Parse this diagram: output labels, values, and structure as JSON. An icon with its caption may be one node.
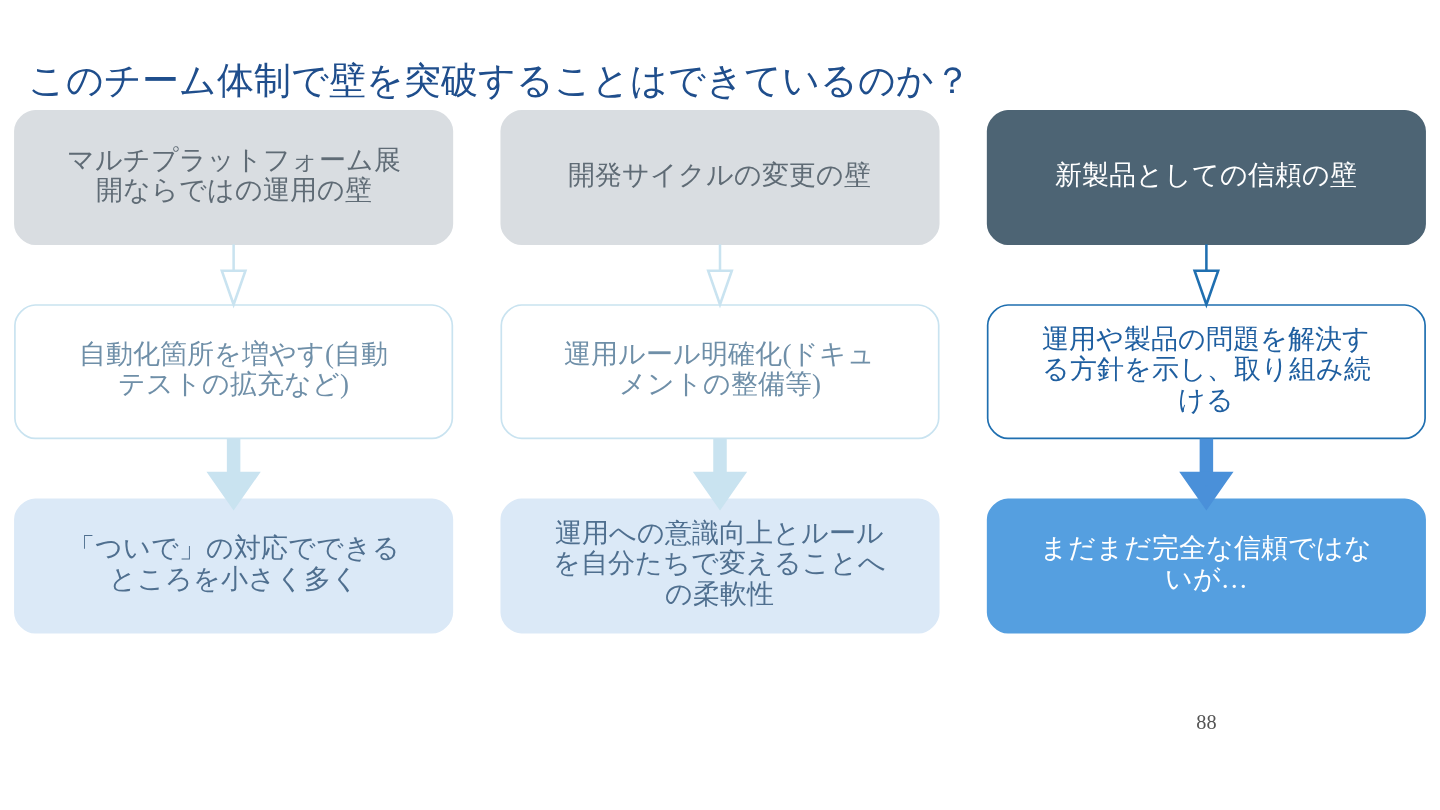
{
  "diagram": {
    "title": "このチーム体制で壁を突破することはできているのか？",
    "nodes": [
      {
        "text": [
          "マルチプラットフォーム展開ならではの運用の壁"
        ]
      },
      {
        "text": [
          "開発サイクルの変更の壁"
        ]
      },
      {
        "text": [
          "新製品としての信頼の壁"
        ]
      },
      {
        "text": [
          "自動化箇所を増やす(自動テストの拡充など)"
        ]
      },
      {
        "text": [
          "運用ルール明確化(ドキュメントの整備等)"
        ]
      },
      {
        "text": [
          "運用や製品の問題を解決する方針を示し、取り組み続ける"
        ]
      },
      {
        "text": [
          "「ついで」の対応でできるところを小さく多く"
        ]
      },
      {
        "text": [
          "運用への意識向上とルールを自分たちで変えることへの柔軟性"
        ]
      },
      {
        "text": [
          "まだまだ完全な信頼ではないが…"
        ]
      }
    ],
    "edges": [
      {
        "from": 0,
        "to": 3,
        "arrow": "to"
      },
      {
        "from": 1,
        "to": 4,
        "arrow": "to"
      },
      {
        "from": 2,
        "to": 5,
        "arrow": "to",
        "color": "#1f6fb0"
      },
      {
        "from": 3,
        "to": 6,
        "arrow": "to",
        "style": "thick"
      },
      {
        "from": 4,
        "to": 7,
        "arrow": "to",
        "style": "thick"
      },
      {
        "from": 5,
        "to": 8,
        "arrow": "to",
        "style": "thick",
        "color": "#4a90d9"
      }
    ],
    "labels": [
      "88"
    ]
  }
}
